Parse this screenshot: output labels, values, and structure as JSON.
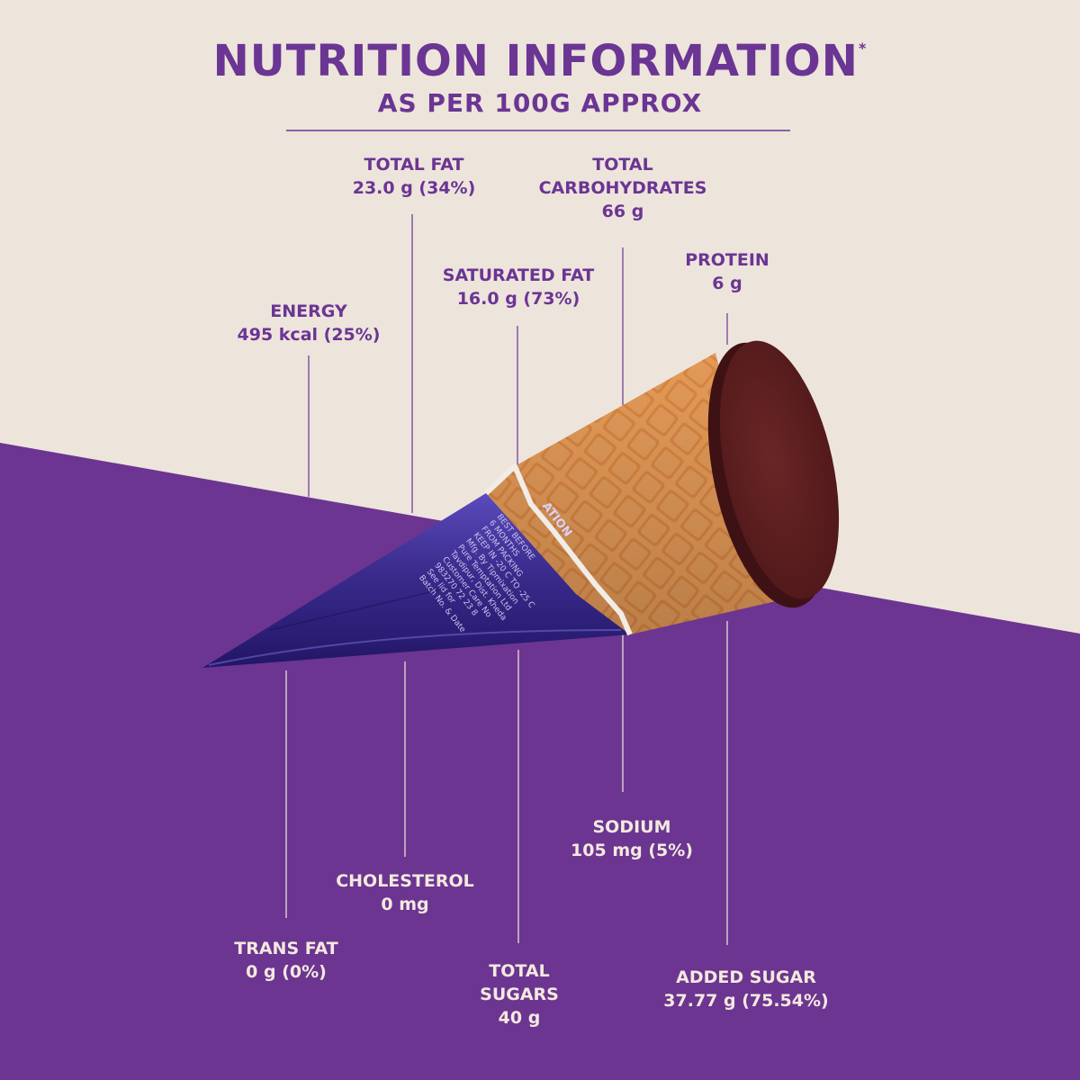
{
  "header": {
    "title": "NUTRITION INFORMATION",
    "title_mark": "*",
    "subtitle": "AS PER 100G APPROX"
  },
  "colors": {
    "background_top": "#ede4dc",
    "background_bottom": "#6c3591",
    "heading_text": "#6b3593",
    "light_text": "#f3e9df",
    "cone_wrapper": "#3b2d8a",
    "wafer": "#e49a55",
    "chocolate": "#5b1d1e"
  },
  "nutrients": {
    "total_fat": {
      "name": "TOTAL FAT",
      "value": "23.0 g (34%)"
    },
    "total_carbohydrates": {
      "name_line1": "TOTAL",
      "name_line2": "CARBOHYDRATES",
      "value": "66 g"
    },
    "saturated_fat": {
      "name": "SATURATED FAT",
      "value": "16.0 g (73%)"
    },
    "protein": {
      "name": "PROTEIN",
      "value": "6 g"
    },
    "energy": {
      "name": "ENERGY",
      "value": "495 kcal (25%)"
    },
    "sodium": {
      "name": "SODIUM",
      "value": "105 mg (5%)"
    },
    "cholesterol": {
      "name": "CHOLESTEROL",
      "value": "0 mg"
    },
    "trans_fat": {
      "name": "TRANS FAT",
      "value": "0 g (0%)"
    },
    "total_sugars": {
      "name_line1": "TOTAL",
      "name_line2": "SUGARS",
      "value": "40 g"
    },
    "added_sugar": {
      "name": "ADDED SUGAR",
      "value": "37.77 g (75.54%)"
    }
  },
  "product": {
    "image": "cone-ice-cream",
    "wrapper_text": [
      "ATION",
      "BEST BEFORE",
      "6 MONTHS",
      "FROM PACKING",
      "KEEP IN -20 C TO -25 C",
      "Mfg. By Tipmixation",
      "Pure Temptation Ltd",
      "Tavdipur, Dist. Kheda",
      "Customer Care No",
      "983270 72 23 8",
      "See lid for",
      "Batch No. & Date"
    ]
  }
}
